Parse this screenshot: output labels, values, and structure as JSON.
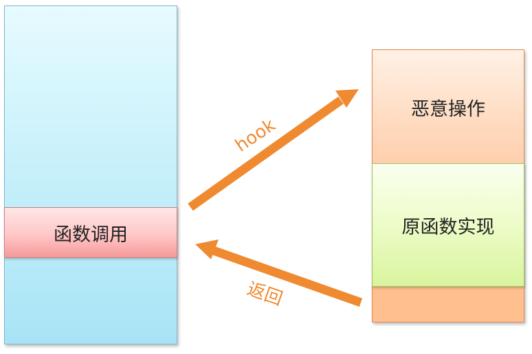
{
  "left_stack": {
    "call_label": "函数调用"
  },
  "right_stack": {
    "malicious_label": "恶意操作",
    "original_label": "原函数实现"
  },
  "arrows": {
    "hook_label": "hook",
    "return_label": "返回"
  },
  "colors": {
    "arrow": "#f08a30",
    "left_stack": "#c9f1fb",
    "call_box": "#ffc7c7",
    "malicious_box": "#ffdcc2",
    "original_box": "#edfcc8",
    "right_stack_base": "#ffbf8f"
  }
}
